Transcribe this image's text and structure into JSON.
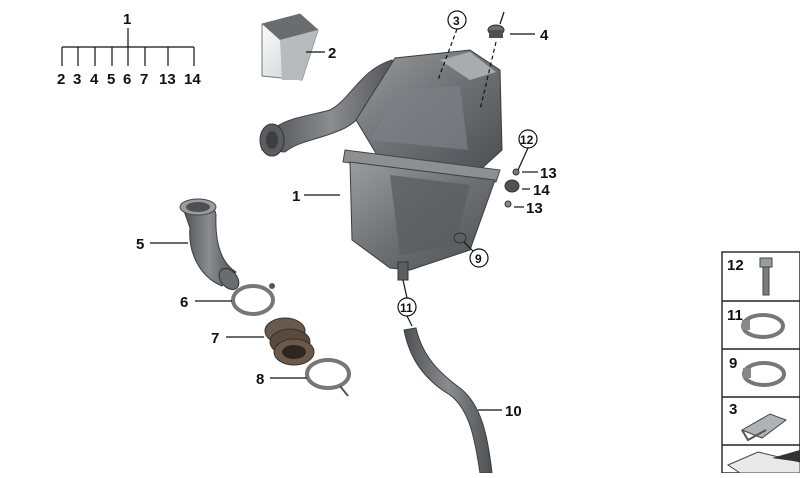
{
  "tree": {
    "root": "1",
    "children": [
      "2",
      "3",
      "4",
      "5",
      "6",
      "7",
      "13",
      "14"
    ]
  },
  "callouts": {
    "c1": "1",
    "c2": "2",
    "c3": "3",
    "c4": "4",
    "c5": "5",
    "c6": "6",
    "c7": "7",
    "c8": "8",
    "c9": "9",
    "c10": "10",
    "c11": "11",
    "c12": "12",
    "c13a": "13",
    "c13b": "13",
    "c14": "14"
  },
  "sidepanel": {
    "items": [
      "12",
      "11",
      "9",
      "3"
    ]
  },
  "colors": {
    "part_dark": "#5d5f63",
    "part_mid": "#8a8c90",
    "part_light": "#c9cbce",
    "hose": "#6b6d71",
    "rubber": "#5a4a3e",
    "line": "#111111",
    "panel_border": "#222222"
  }
}
